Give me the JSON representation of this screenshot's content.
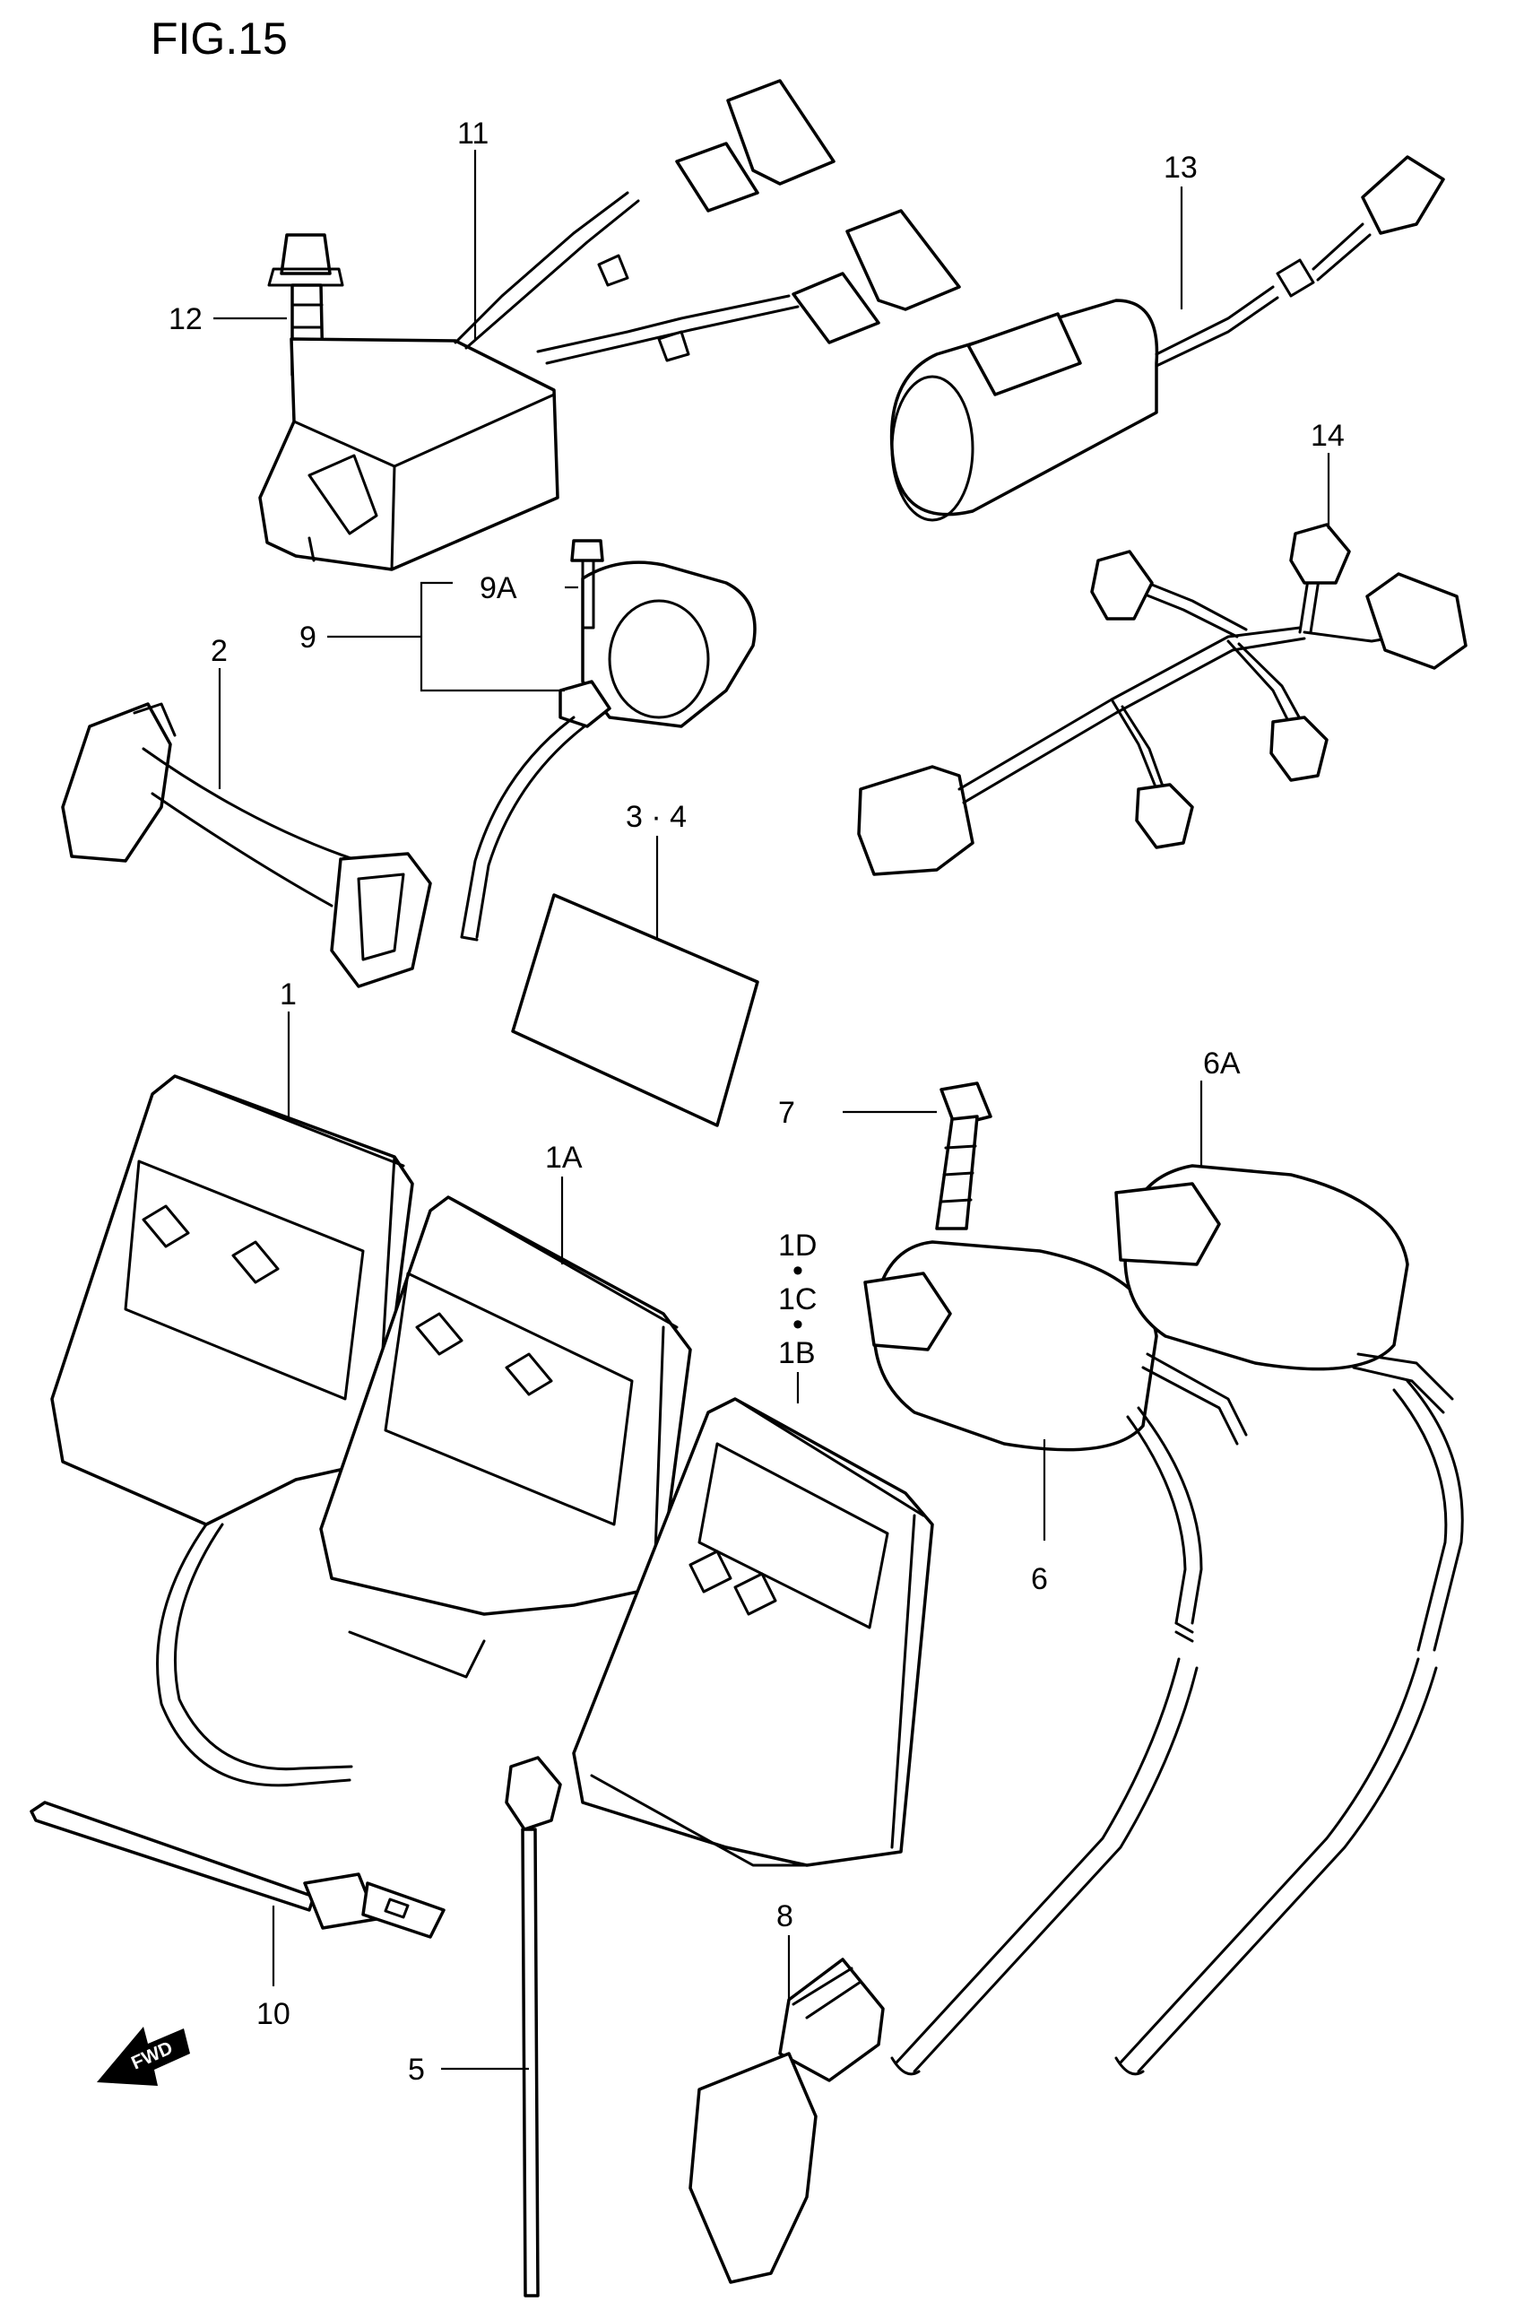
{
  "figure": {
    "title": "FIG.15"
  },
  "callouts": {
    "c1": "1",
    "c1A": "1A",
    "c1D": "1D",
    "c1C": "1C",
    "c1B": "1B",
    "dot": "•",
    "c2": "2",
    "c34": "3 · 4",
    "c5": "5",
    "c6": "6",
    "c6A": "6A",
    "c7": "7",
    "c8": "8",
    "c9": "9",
    "c9A": "9A",
    "c10": "10",
    "c11": "11",
    "c12": "12",
    "c13": "13",
    "c14": "14"
  },
  "direction_arrow": {
    "label": "FWD"
  }
}
